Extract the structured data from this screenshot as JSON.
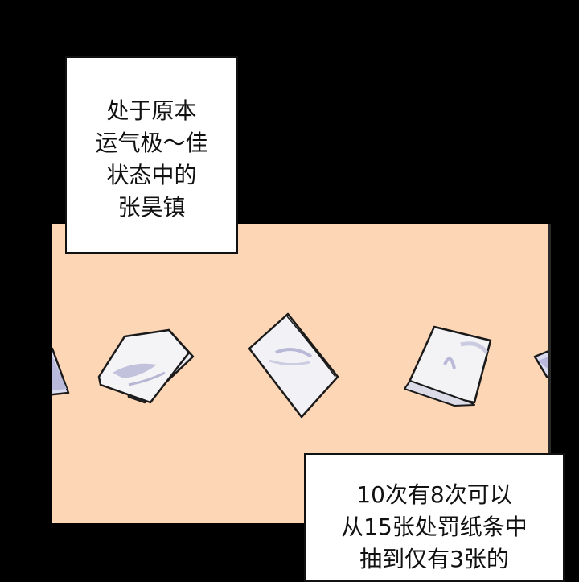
{
  "captions": {
    "top": {
      "lines": [
        "处于原本",
        "运气极～佳",
        "状态中的",
        "张昊镇"
      ]
    },
    "bottom": {
      "lines": [
        "10次有8次可以",
        "从15张处罚纸条中",
        "抽到仅有3张的"
      ]
    }
  },
  "colors": {
    "background": "#000000",
    "panel": "#fdd6b6",
    "paper": "#f3f3f6",
    "paper_shade": "#b8b8d8",
    "outline": "#1a1a1a",
    "caption_bg": "#ffffff"
  },
  "icons": [
    "folded-paper-slip-icon"
  ]
}
